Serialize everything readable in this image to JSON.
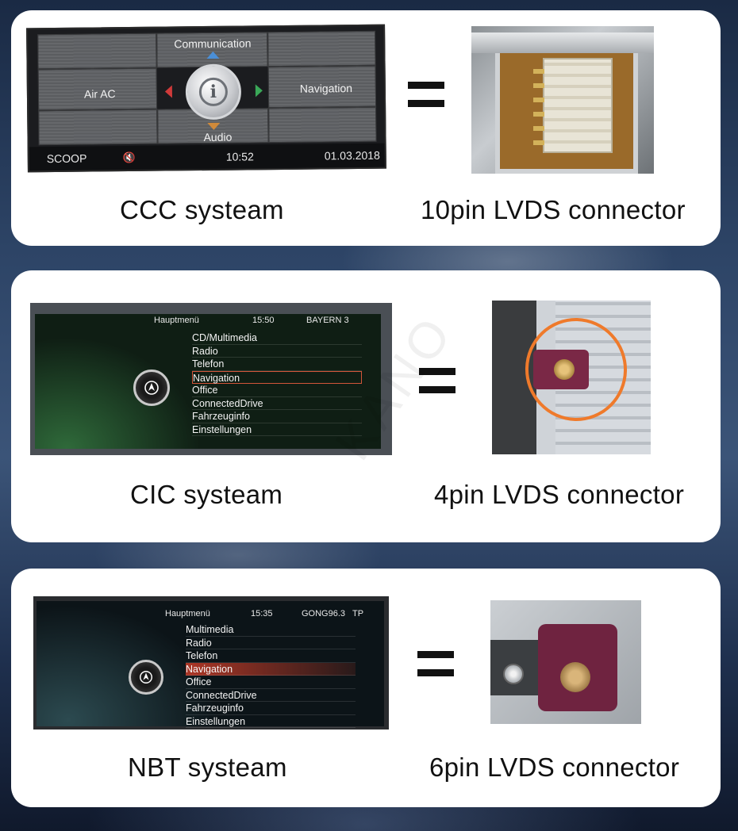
{
  "rows": [
    {
      "system_label": "CCC systeam",
      "connector_label": "10pin LVDS connector",
      "screen": {
        "menu": {
          "top": "Communication",
          "left": "Air AC",
          "right": "Navigation",
          "bottom": "Audio",
          "center": "i"
        },
        "status": {
          "source": "SCOOP",
          "time": "10:52",
          "date": "01.03.2018"
        }
      }
    },
    {
      "system_label": "CIC systeam",
      "connector_label": "4pin LVDS connector",
      "screen": {
        "header": {
          "title": "Hauptmenü",
          "time": "15:50",
          "station": "BAYERN 3"
        },
        "items": [
          "CD/Multimedia",
          "Radio",
          "Telefon",
          "Navigation",
          "Office",
          "ConnectedDrive",
          "Fahrzeuginfo",
          "Einstellungen"
        ],
        "selected": "Navigation"
      }
    },
    {
      "system_label": "NBT systeam",
      "connector_label": "6pin LVDS connector",
      "screen": {
        "header": {
          "title": "Hauptmenü",
          "time": "15:35",
          "station": "GONG96.3",
          "flag": "TP"
        },
        "items": [
          "Multimedia",
          "Radio",
          "Telefon",
          "Navigation",
          "Office",
          "ConnectedDrive",
          "Fahrzeuginfo",
          "Einstellungen"
        ],
        "selected": "Navigation"
      }
    }
  ],
  "watermark": "KANO",
  "colors": {
    "card": "#ffffff",
    "cic_highlight": "#d2553a",
    "nbt_highlight": "#c83c28",
    "annotation_circle": "#ef7a2b",
    "connector_plug": "#7a2846"
  }
}
